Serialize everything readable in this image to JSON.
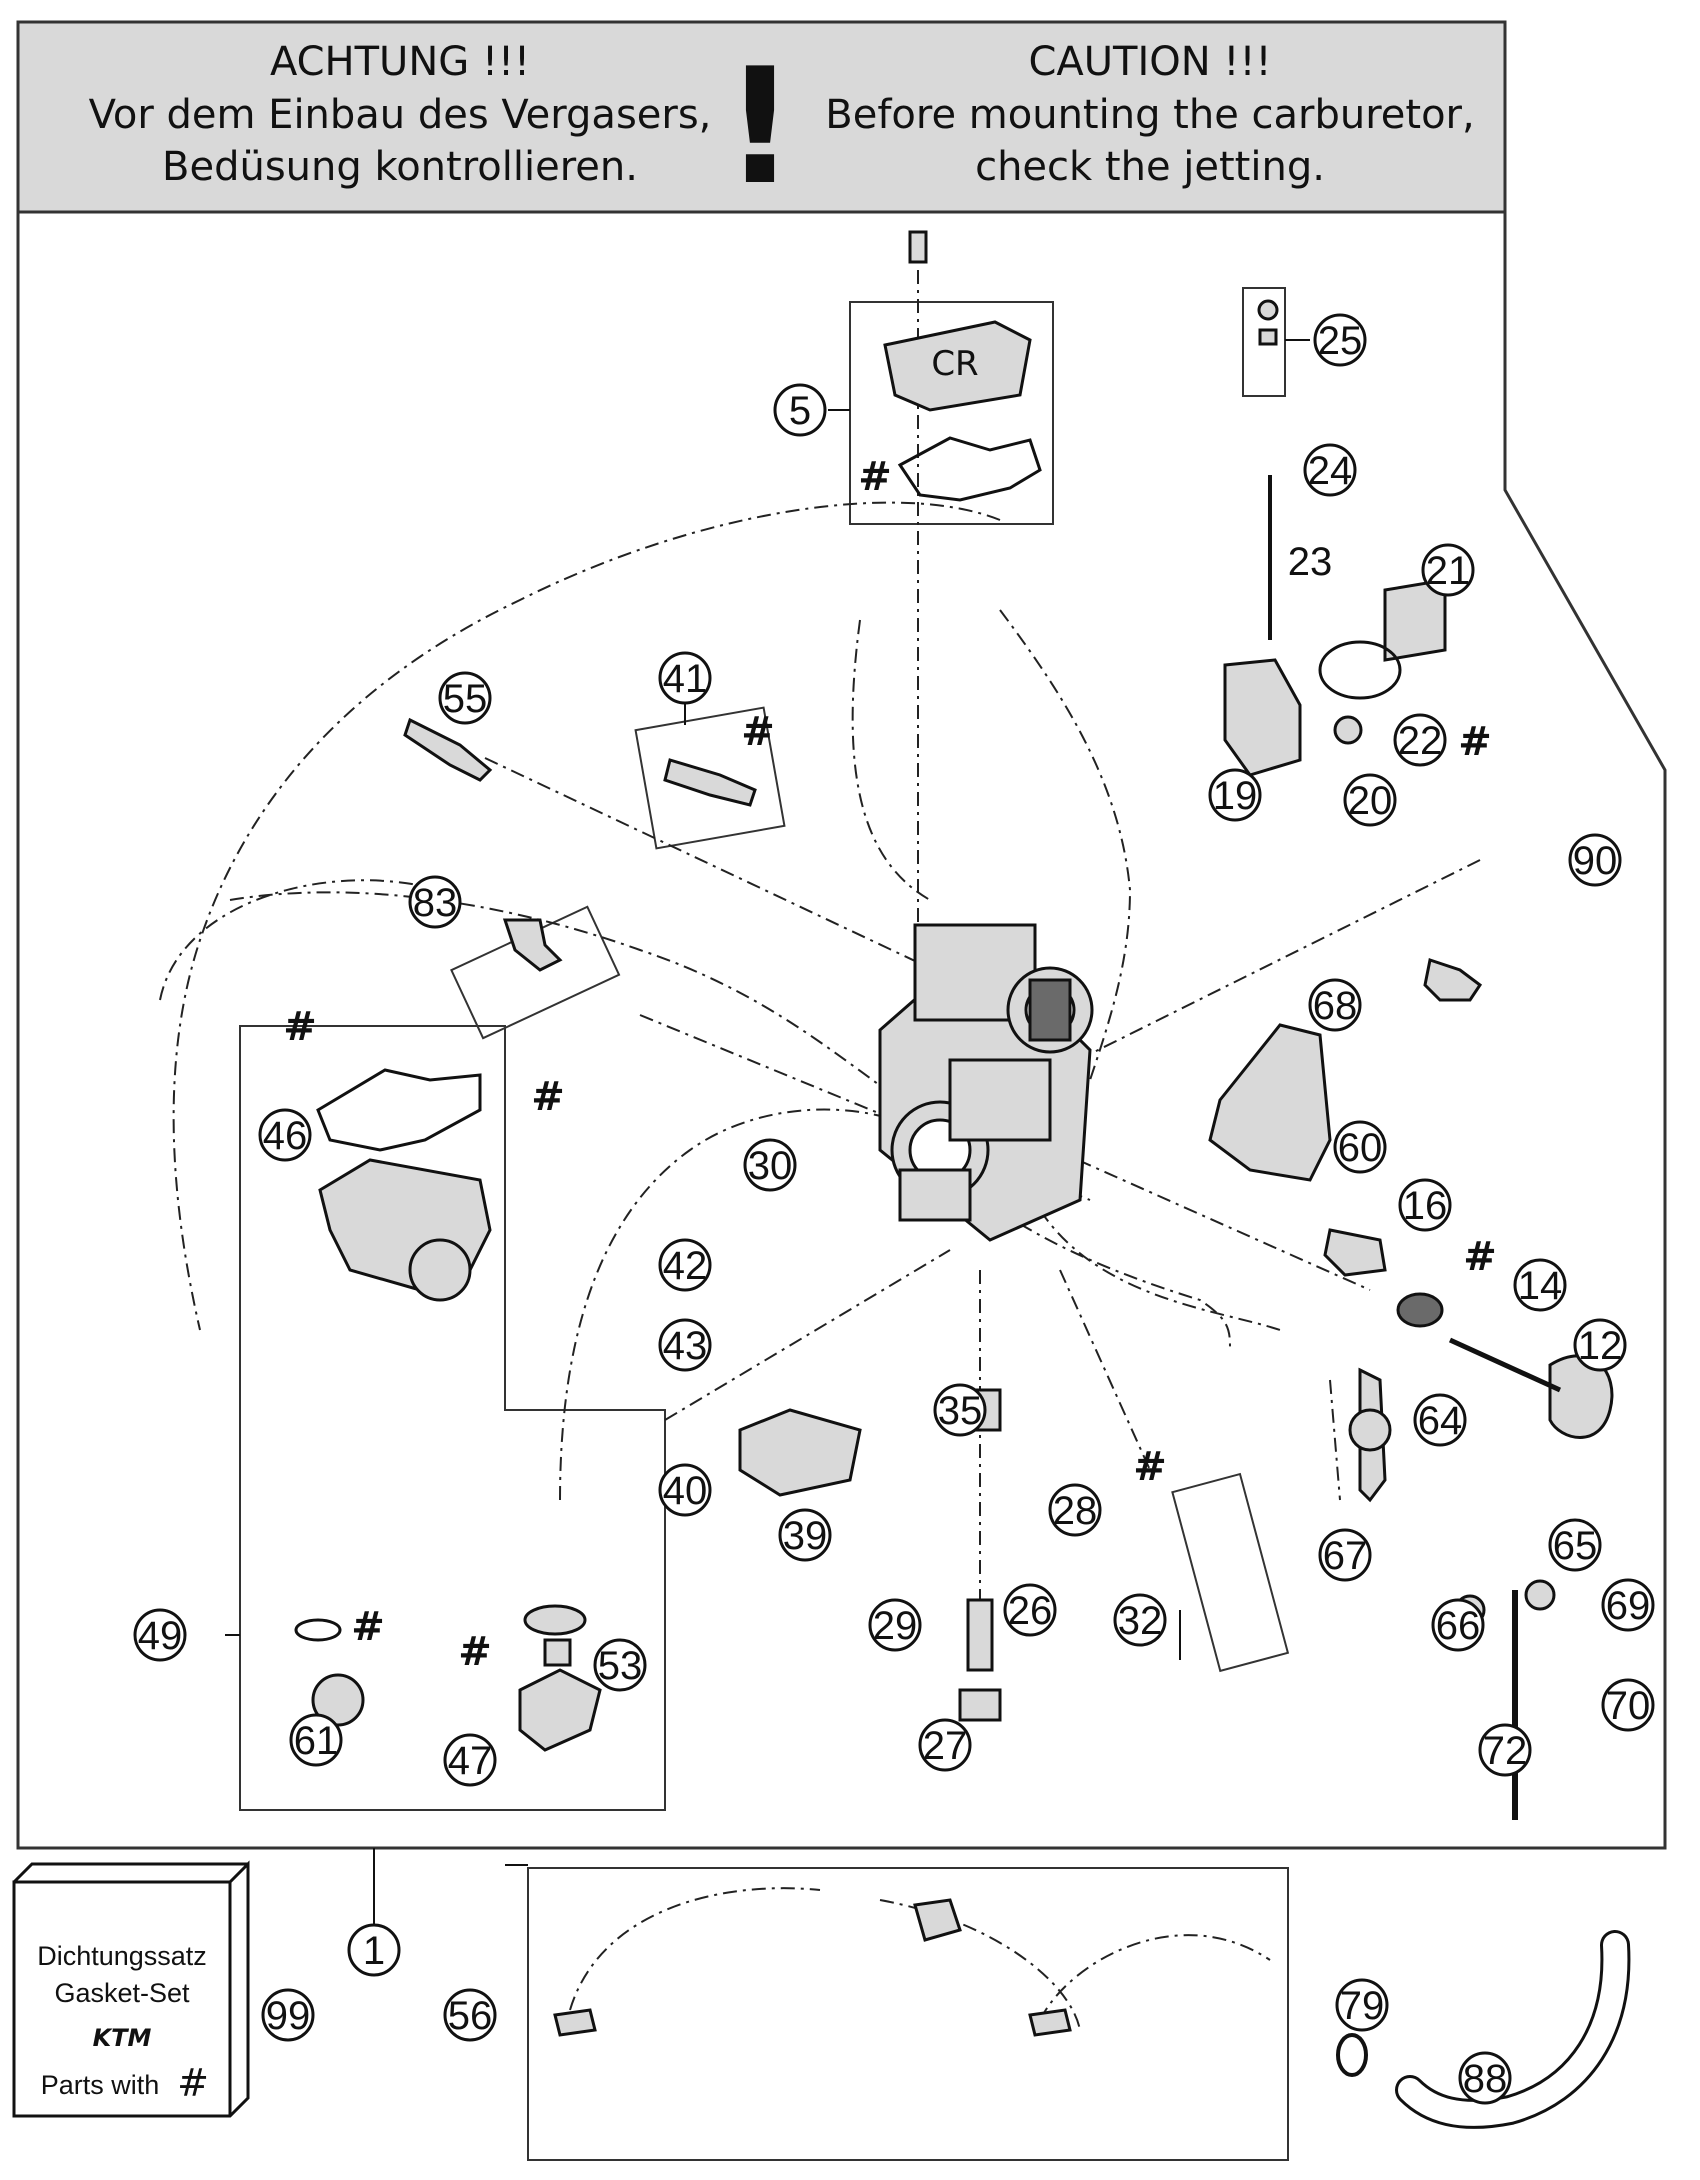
{
  "caution": {
    "de_title": "ACHTUNG !!!",
    "de_line1": "Vor dem Einbau des Vergasers,",
    "de_line2": "Bedüsung kontrollieren.",
    "en_title": "CAUTION !!!",
    "en_line1": "Before mounting the carburetor,",
    "en_line2": "check the jetting.",
    "symbol": "!"
  },
  "cover_logo": "CR",
  "gasket_set": {
    "line1": "Dichtungssatz",
    "line2": "Gasket-Set",
    "brand": "KTM",
    "line3": "Parts with",
    "mark": "#"
  },
  "hash_mark": "#",
  "callouts": {
    "c1": "1",
    "c5": "5",
    "c12": "12",
    "c14": "14",
    "c16": "16",
    "c19": "19",
    "c20": "20",
    "c21": "21",
    "c22": "22",
    "c23": "23",
    "c24": "24",
    "c25": "25",
    "c26": "26",
    "c27": "27",
    "c28": "28",
    "c29": "29",
    "c30": "30",
    "c32": "32",
    "c35": "35",
    "c39": "39",
    "c40": "40",
    "c41": "41",
    "c42": "42",
    "c43": "43",
    "c46": "46",
    "c47": "47",
    "c49": "49",
    "c53": "53",
    "c55": "55",
    "c56": "56",
    "c60": "60",
    "c61": "61",
    "c64": "64",
    "c65": "65",
    "c66": "66",
    "c67": "67",
    "c68": "68",
    "c69": "69",
    "c70": "70",
    "c72": "72",
    "c79": "79",
    "c83": "83",
    "c88": "88",
    "c90": "90",
    "c99": "99"
  },
  "colors": {
    "ink": "#111111",
    "banner": "#d9d9d9",
    "part_fill": "#d9d9d9",
    "part_dark": "#6a6a6a"
  }
}
